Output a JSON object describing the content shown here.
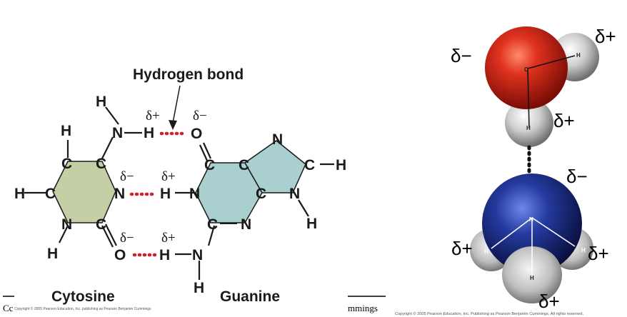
{
  "labels": {
    "hydrogen_bond": "Hydrogen bond",
    "cytosine": "Cytosine",
    "guanine": "Guanine",
    "copyright_left": "Copyright © 2005 Pearson Education, Inc. publishing as Pearson Benjamin Cummings",
    "copyright_right": "Copyright © 2005 Pearson Education, Inc. Publishing as Pearson Benjamin Cummings. All rights reserved.",
    "fragment_left": "Cc",
    "fragment_right": "mmings"
  },
  "atoms": {
    "H": "H",
    "N": "N",
    "C": "C",
    "O": "O"
  },
  "charges": {
    "partial_positive": "δ+",
    "partial_negative": "δ−"
  },
  "water_model": {
    "oxygen_label": "O",
    "hydrogen_label": "H"
  },
  "ammonia_model": {
    "nitrogen_label": "N",
    "hydrogen_label": "H"
  },
  "colors": {
    "cytosine_ring": "#c5cfa5",
    "guanine_ring": "#a9cfcf",
    "hydrogen_bond": "#d11f2e",
    "oxygen": "#d42a1e",
    "nitrogen": "#1d2b7a",
    "hydrogen": "#d8d8d8"
  }
}
